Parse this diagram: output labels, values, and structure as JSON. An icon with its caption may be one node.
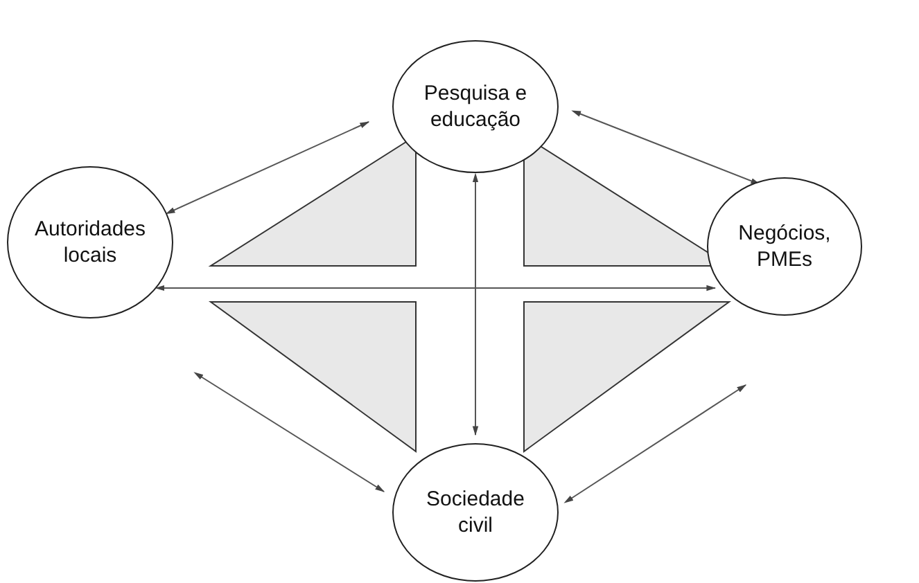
{
  "diagram": {
    "nodes": [
      {
        "text": [
          "Pesquisa e educação"
        ]
      },
      {
        "text": [
          "Autoridades locais"
        ]
      },
      {
        "text": [
          "Negócios, PMEs"
        ]
      },
      {
        "text": [
          "Sociedade civil"
        ]
      }
    ],
    "edges": [
      {
        "from": 1,
        "to": 0,
        "arrow": "both"
      },
      {
        "from": 0,
        "to": 2,
        "arrow": "both"
      },
      {
        "from": 1,
        "to": 2,
        "arrow": "both"
      },
      {
        "from": 0,
        "to": 3,
        "arrow": "both"
      },
      {
        "from": 1,
        "to": 3,
        "arrow": "both"
      },
      {
        "from": 3,
        "to": 2,
        "arrow": "both"
      }
    ]
  }
}
